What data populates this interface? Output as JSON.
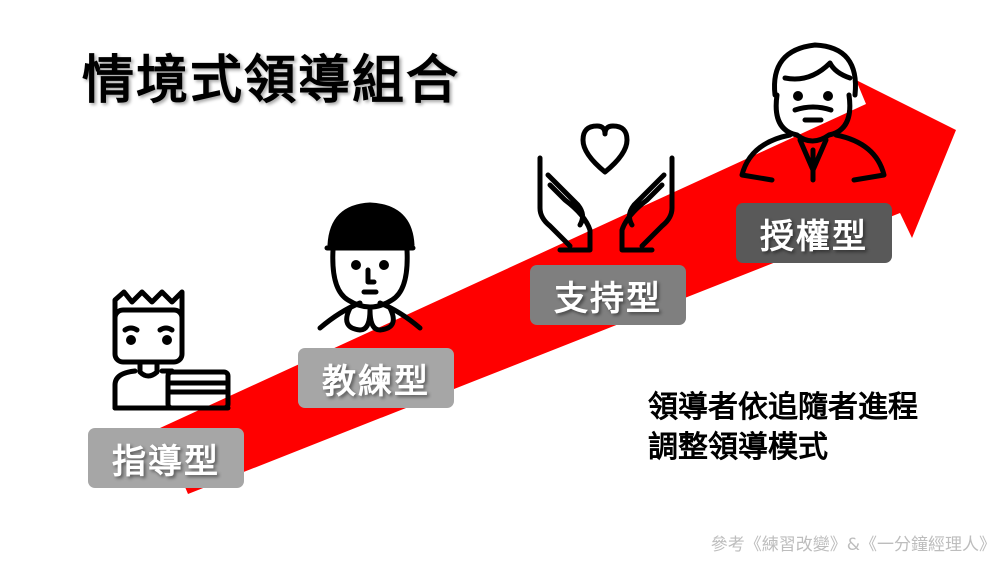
{
  "title": "情境式領導組合",
  "styles": [
    {
      "label": "指導型",
      "icon": "person-with-card-icon",
      "color": "#a6a6a6"
    },
    {
      "label": "教練型",
      "icon": "coach-cap-icon",
      "color": "#a6a6a6"
    },
    {
      "label": "支持型",
      "icon": "hands-heart-icon",
      "color": "#7f7f7f"
    },
    {
      "label": "授權型",
      "icon": "bearded-businessman-icon",
      "color": "#595959"
    }
  ],
  "arrow_color": "#ff0000",
  "note": [
    "領導者依追隨者進程",
    "調整領導模式"
  ],
  "reference": "參考《練習改變》&《一分鐘經理人》"
}
